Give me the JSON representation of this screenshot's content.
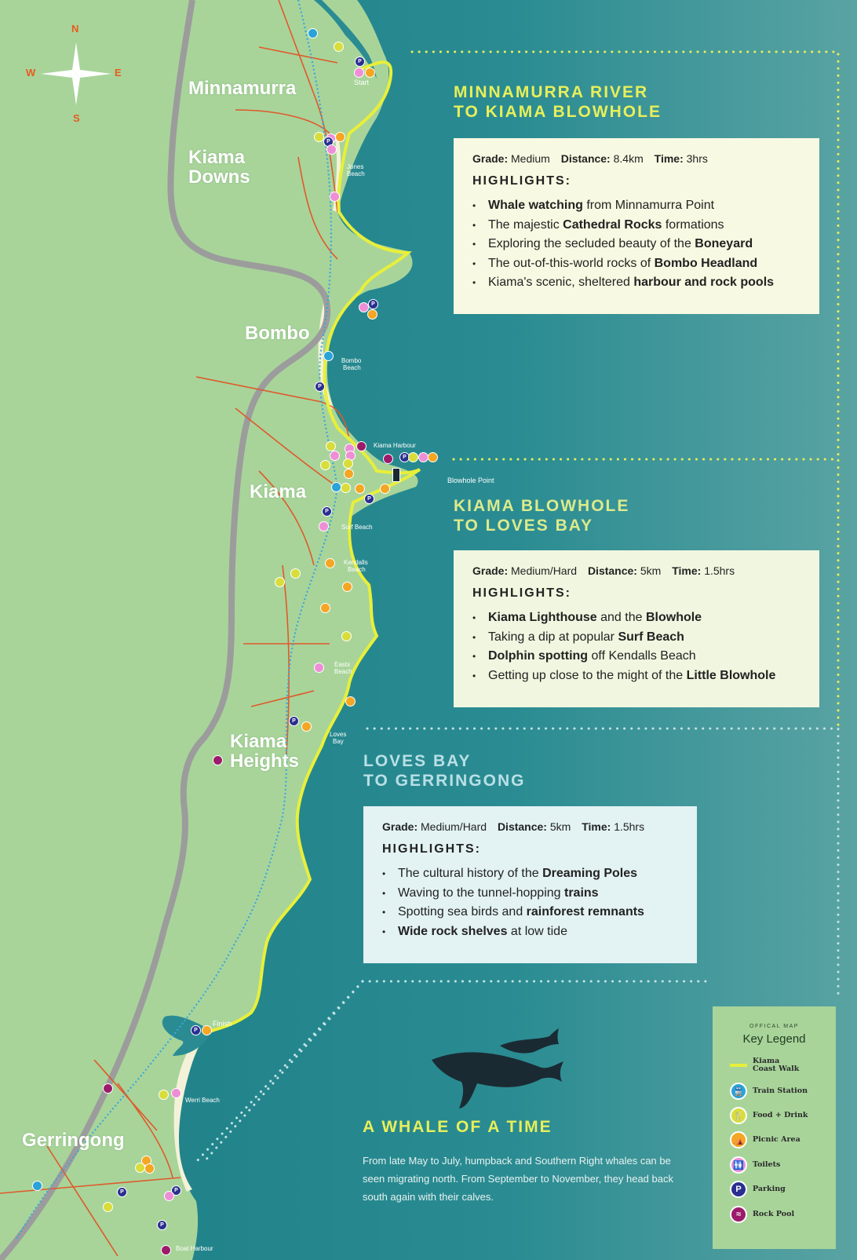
{
  "compass": {
    "n": "N",
    "s": "S",
    "e": "E",
    "w": "W"
  },
  "places": {
    "minnamurra": "Minnamurra",
    "kiama_downs_1": "Kiama",
    "kiama_downs_2": "Downs",
    "bombo": "Bombo",
    "kiama": "Kiama",
    "kiama_heights_1": "Kiama",
    "kiama_heights_2": "Heights",
    "gerringong": "Gerringong"
  },
  "small_labels": {
    "start": "Start",
    "jones_beach_1": "Jones",
    "jones_beach_2": "Beach",
    "bombo_beach_1": "Bombo",
    "bombo_beach_2": "Beach",
    "kiama_harbour": "Kiama Harbour",
    "blowhole_point": "Blowhole Point",
    "surf_beach": "Surf Beach",
    "kendalls_1": "Kendalls",
    "kendalls_2": "Beach",
    "easts_1": "Easts",
    "easts_2": "Beach",
    "loves_1": "Loves",
    "loves_2": "Bay",
    "finish": "Finish",
    "werri_beach": "Werri Beach",
    "boat_harbour": "Boat Harbour"
  },
  "sections": [
    {
      "title_1": "MINNAMURRA RIVER",
      "title_2": "TO KIAMA BLOWHOLE",
      "title_color": "#e8ef5a",
      "box_color": "#f8f9e2",
      "grade_label": "Grade:",
      "grade": "Medium",
      "distance_label": "Distance:",
      "distance": "8.4km",
      "time_label": "Time:",
      "time": "3hrs",
      "highlights_label": "HIGHLIGHTS:",
      "items": [
        {
          "a": "",
          "b": "Whale watching",
          "c": " from Minnamurra Point",
          "d": "",
          "e": ""
        },
        {
          "a": "The majestic ",
          "b": "Cathedral Rocks",
          "c": " formations",
          "d": "",
          "e": ""
        },
        {
          "a": "Exploring the secluded beauty of the ",
          "b": "Boneyard",
          "c": "",
          "d": "",
          "e": ""
        },
        {
          "a": "The out-of-this-world rocks of ",
          "b": "Bombo Headland",
          "c": "",
          "d": "",
          "e": ""
        },
        {
          "a": "Kiama's scenic, sheltered ",
          "b": "harbour and rock pools",
          "c": "",
          "d": "",
          "e": ""
        }
      ]
    },
    {
      "title_1": "KIAMA BLOWHOLE",
      "title_2": "TO LOVES BAY",
      "title_color": "#dcea8c",
      "box_color": "#f1f6e0",
      "grade_label": "Grade:",
      "grade": "Medium/Hard",
      "distance_label": "Distance:",
      "distance": "5km",
      "time_label": "Time:",
      "time": "1.5hrs",
      "highlights_label": "HIGHLIGHTS:",
      "items": [
        {
          "a": "",
          "b": "Kiama Lighthouse",
          "c": " and the ",
          "d": "Blowhole",
          "e": ""
        },
        {
          "a": "Taking a dip at popular ",
          "b": "Surf Beach",
          "c": "",
          "d": "",
          "e": ""
        },
        {
          "a": "",
          "b": "Dolphin spotting",
          "c": " off Kendalls Beach",
          "d": "",
          "e": ""
        },
        {
          "a": "Getting up close to the might of the ",
          "b": "Little Blowhole",
          "c": "",
          "d": "",
          "e": ""
        }
      ]
    },
    {
      "title_1": "LOVES BAY",
      "title_2": "TO GERRINGONG",
      "title_color": "#b9e0e6",
      "box_color": "#e3f2f3",
      "grade_label": "Grade:",
      "grade": "Medium/Hard",
      "distance_label": "Distance:",
      "distance": "5km",
      "time_label": "Time:",
      "time": "1.5hrs",
      "highlights_label": "HIGHLIGHTS:",
      "items": [
        {
          "a": "The cultural history of the ",
          "b": "Dreaming Poles",
          "c": "",
          "d": "",
          "e": ""
        },
        {
          "a": "Waving to the tunnel-hopping ",
          "b": "trains",
          "c": "",
          "d": "",
          "e": ""
        },
        {
          "a": "Spotting sea birds and ",
          "b": "rainforest remnants",
          "c": "",
          "d": "",
          "e": ""
        },
        {
          "a": "",
          "b": "Wide rock shelves",
          "c": " at low tide",
          "d": "",
          "e": ""
        }
      ]
    }
  ],
  "whale": {
    "title": "A WHALE OF A TIME",
    "text": "From late May to July, humpback and Southern Right whales can be seen migrating north. From September to November, they head back south again with their calves."
  },
  "legend": {
    "heading_small": "OFFICAL MAP",
    "heading": "Key Legend",
    "items": [
      {
        "icon": "yellow-line-icon",
        "label_1": "Kiama",
        "label_2": "Coast Walk",
        "color": "#e8ef3a"
      },
      {
        "icon": "train-icon",
        "label_1": "Train Station",
        "label_2": "",
        "color": "#2aa3d8"
      },
      {
        "icon": "food-drink-icon",
        "label_1": "Food + Drink",
        "label_2": "",
        "color": "#d8dd3a"
      },
      {
        "icon": "picnic-icon",
        "label_1": "Picnic Area",
        "label_2": "",
        "color": "#f5a623"
      },
      {
        "icon": "toilets-icon",
        "label_1": "Toilets",
        "label_2": "",
        "color": "#ee8ed6"
      },
      {
        "icon": "parking-icon",
        "label_1": "Parking",
        "label_2": "",
        "color": "#2a2f8f"
      },
      {
        "icon": "rock-pool-icon",
        "label_1": "Rock Pool",
        "label_2": "",
        "color": "#9c1b6b"
      }
    ]
  },
  "colors": {
    "land": "#a8d49a",
    "sea": "#2a8c92",
    "walk": "#e8ef3a",
    "road": "#e0592a",
    "highway": "#9c9c9c",
    "rail": "#3aa7dc",
    "beach": "#f3f2d8"
  }
}
